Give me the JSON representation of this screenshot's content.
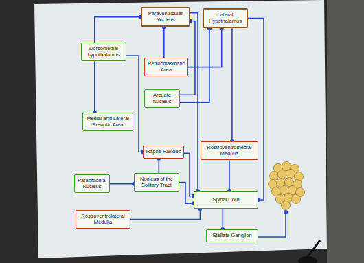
{
  "diagram": {
    "nodes": [
      {
        "text": [
          "Paraventricular Nucleus"
        ]
      },
      {
        "text": [
          "Lateral Hypothalamus"
        ]
      },
      {
        "text": [
          "Dorsomedial hypothalamus"
        ]
      },
      {
        "text": [
          "Retrochiasmatic Area"
        ]
      },
      {
        "text": [
          "Arcuate Nucleus"
        ]
      },
      {
        "text": [
          "Medial and Lateral Preoptic Area"
        ]
      },
      {
        "text": [
          "Raphe Pallidus"
        ]
      },
      {
        "text": [
          "Rostroventromedial Medulla"
        ]
      },
      {
        "text": [
          "Parabrachial Nucleus"
        ]
      },
      {
        "text": [
          "Nucleus of the Solitary Tract"
        ]
      },
      {
        "text": [
          "Rostroventrolateral Medulla"
        ]
      },
      {
        "text": [
          "Spinal Cord"
        ]
      },
      {
        "text": [
          "Stellate Ganglion"
        ]
      }
    ],
    "edges": [
      {
        "from": 2,
        "to": 0,
        "arrow": "to"
      },
      {
        "from": 2,
        "to": 5,
        "arrow": "to"
      },
      {
        "from": 2,
        "to": 6,
        "arrow": "to"
      },
      {
        "from": 3,
        "to": 0,
        "arrow": "to"
      },
      {
        "from": 4,
        "to": 0,
        "arrow": "to"
      },
      {
        "from": 0,
        "to": 11,
        "arrow": "to"
      },
      {
        "from": 4,
        "to": 1,
        "arrow": "to"
      },
      {
        "from": 3,
        "to": 1,
        "arrow": "to"
      },
      {
        "from": 1,
        "to": 7,
        "arrow": "to"
      },
      {
        "from": 7,
        "to": 11,
        "arrow": "to"
      },
      {
        "from": 1,
        "to": 11,
        "arrow": "to"
      },
      {
        "from": 6,
        "to": 11,
        "arrow": "to"
      },
      {
        "from": 9,
        "to": 11,
        "arrow": "to"
      },
      {
        "from": 9,
        "to": 6,
        "arrow": "to"
      },
      {
        "from": 8,
        "to": 9,
        "arrow": "to"
      },
      {
        "from": 10,
        "to": 11,
        "arrow": "to"
      },
      {
        "from": 11,
        "to": 12,
        "arrow": "to"
      }
    ]
  }
}
